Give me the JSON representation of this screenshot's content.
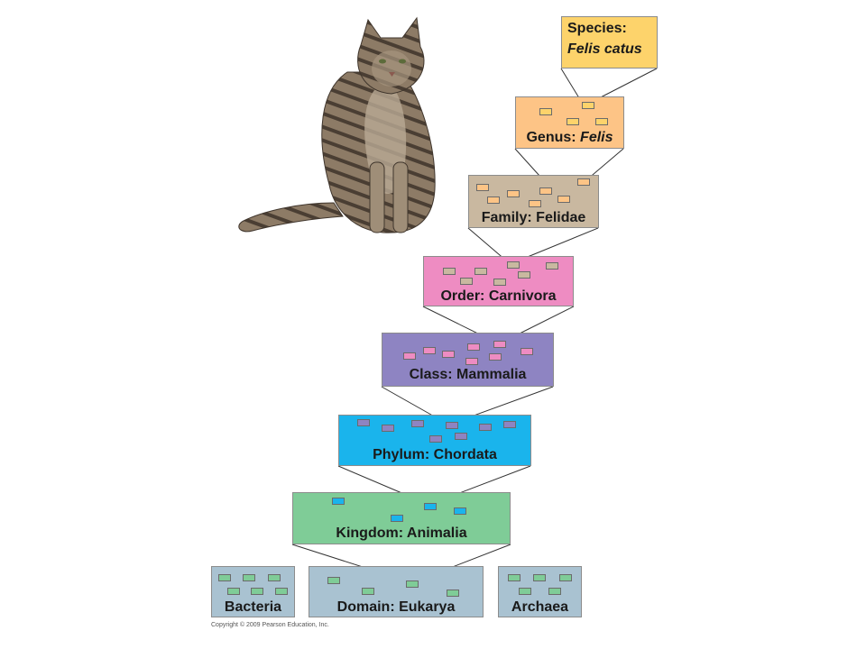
{
  "ranks": {
    "species": {
      "line1": "Species:",
      "line2": "Felis catus",
      "color": "#fdd36b"
    },
    "genus": {
      "prefix": "Genus: ",
      "name": "Felis",
      "color": "#fdc486"
    },
    "family": {
      "label": "Family: Felidae",
      "color": "#c9b8a0"
    },
    "order": {
      "label": "Order: Carnivora",
      "color": "#ee8cc2"
    },
    "class": {
      "label": "Class: Mammalia",
      "color": "#8e84c2"
    },
    "phylum": {
      "label": "Phylum: Chordata",
      "color": "#1ab4ec"
    },
    "kingdom": {
      "label": "Kingdom: Animalia",
      "color": "#7fcc97"
    },
    "domain": {
      "label": "Domain: Eukarya",
      "color": "#a9c2d1"
    }
  },
  "other_domains": {
    "bacteria": {
      "label": "Bacteria",
      "color": "#a9c2d1"
    },
    "archaea": {
      "label": "Archaea",
      "color": "#a9c2d1"
    }
  },
  "copyright": "Copyright © 2009 Pearson Education, Inc.",
  "icons": {
    "photo": "cat-photo"
  }
}
